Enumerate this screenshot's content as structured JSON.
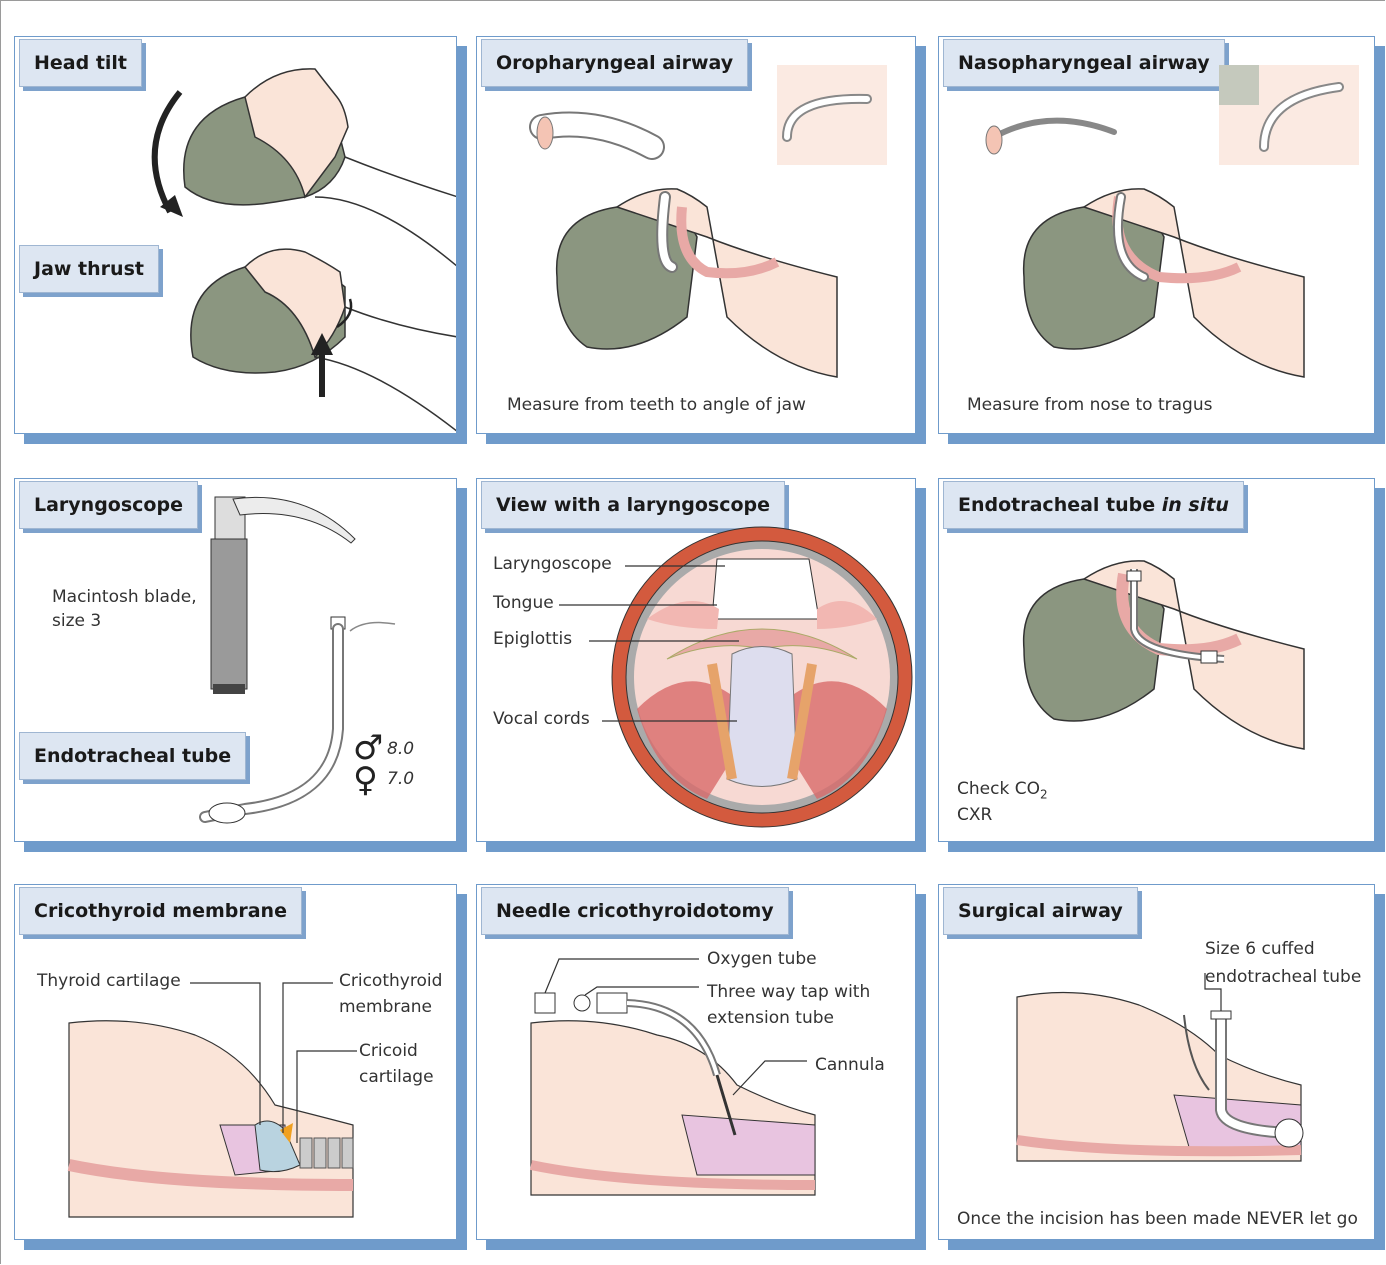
{
  "panels": {
    "head_tilt": {
      "title": "Head tilt",
      "subtitle": "Jaw thrust"
    },
    "oro": {
      "title": "Oropharyngeal airway",
      "caption": "Measure from teeth to angle of jaw"
    },
    "naso": {
      "title": "Nasopharyngeal airway",
      "caption": "Measure from nose to tragus"
    },
    "laryngoscope": {
      "title": "Laryngoscope",
      "blade_line1": "Macintosh blade,",
      "blade_line2": "size 3",
      "subtitle": "Endotracheal tube",
      "male_size": "8.0",
      "female_size": "7.0"
    },
    "view": {
      "title": "View with a laryngoscope",
      "labels": [
        "Laryngoscope",
        "Tongue",
        "Epiglottis",
        "Vocal cords"
      ]
    },
    "ett": {
      "title_main": "Endotracheal tube ",
      "title_italic": "in situ",
      "check_prefix": "Check CO",
      "check_sub": "2",
      "cxr": "CXR"
    },
    "crico": {
      "title": "Cricothyroid membrane",
      "thyroid": "Thyroid cartilage",
      "membrane_l1": "Cricothyroid",
      "membrane_l2": "membrane",
      "cricoid_l1": "Cricoid",
      "cricoid_l2": "cartilage"
    },
    "needle": {
      "title": "Needle cricothyroidotomy",
      "oxygen": "Oxygen tube",
      "tap_l1": "Three way tap with",
      "tap_l2": "extension tube",
      "cannula": "Cannula"
    },
    "surgical": {
      "title": "Surgical airway",
      "tube_l1": "Size 6 cuffed",
      "tube_l2": "endotracheal tube",
      "caption": "Once the incision has been made NEVER let go"
    }
  },
  "colors": {
    "panel_border": "#6f9bcb",
    "tab_fill": "#dde6f2",
    "hair": "#8b9680",
    "skin": "#fae4d8",
    "tissue": "#f2b7b2",
    "ring": "#d35a3e"
  }
}
